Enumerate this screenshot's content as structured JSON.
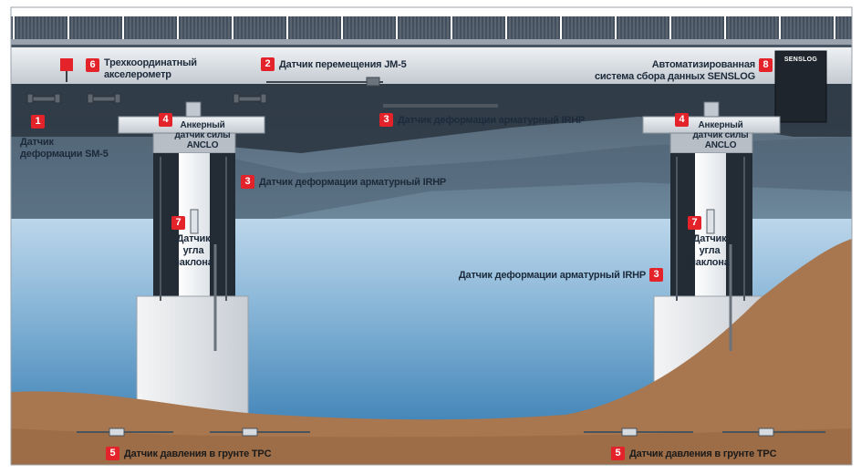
{
  "diagram": {
    "senslog_box": "SENSLOG",
    "labels": [
      {
        "id": "accelerometer",
        "badge": "6",
        "text_lines": [
          "Трехкоординатный",
          "акселерометр"
        ]
      },
      {
        "id": "displacement",
        "badge": "2",
        "text_lines": [
          "Датчик перемещения JM-5"
        ]
      },
      {
        "id": "senslog-system",
        "badge": "8",
        "text_lines": [
          "Автоматизированная",
          "система сбора данных SENSLOG"
        ]
      },
      {
        "id": "sm5",
        "badge": "1",
        "text_lines": [
          "Датчик",
          "деформации SM-5"
        ]
      },
      {
        "id": "anchor-left",
        "badge": "4",
        "text_lines": [
          "Анкерный",
          "датчик силы",
          "ANCLO"
        ]
      },
      {
        "id": "irhp-deck",
        "badge": "3",
        "text_lines": [
          "Датчик деформации арматурный IRHP"
        ]
      },
      {
        "id": "anchor-right",
        "badge": "4",
        "text_lines": [
          "Анкерный",
          "датчик силы",
          "ANCLO"
        ]
      },
      {
        "id": "irhp-pier-left",
        "badge": "3",
        "text_lines": [
          "Датчик деформации арматурный IRHP"
        ]
      },
      {
        "id": "tilt-left",
        "badge": "7",
        "text_lines": [
          "Датчик",
          "угла",
          "наклона"
        ]
      },
      {
        "id": "tilt-right",
        "badge": "7",
        "text_lines": [
          "Датчик",
          "угла",
          "наклона"
        ]
      },
      {
        "id": "irhp-pier-right",
        "badge": "3",
        "text_lines": [
          "Датчик деформации арматурный IRHP"
        ]
      },
      {
        "id": "soil-left",
        "badge": "5",
        "text_lines": [
          "Датчик давления в грунте TPC"
        ]
      },
      {
        "id": "soil-right",
        "badge": "5",
        "text_lines": [
          "Датчик давления в грунте TPC"
        ]
      }
    ],
    "colors": {
      "badge": "#e3222a",
      "water_top": "#9cc3df",
      "water_bottom": "#2f7bb3",
      "soil": "#a87652",
      "deck": "#d9dde1",
      "pier": "#2c3440"
    }
  }
}
